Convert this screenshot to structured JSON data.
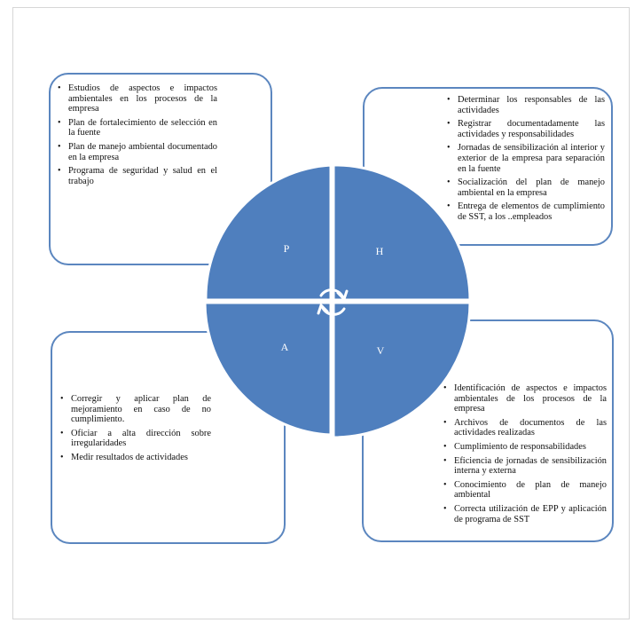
{
  "quadrants": {
    "p": {
      "letter": "P",
      "items": [
        "Estudios de aspectos e impactos ambientales en los procesos de la empresa",
        "Plan de fortalecimiento de selección en la fuente",
        "Plan de manejo ambiental documentado en la empresa",
        "Programa de seguridad y salud en el trabajo"
      ]
    },
    "h": {
      "letter": "H",
      "items": [
        "Determinar los responsables de las actividades",
        "Registrar documentadamente las actividades y responsabilidades",
        "Jornadas de sensibilización al interior y exterior de la empresa para separación en la fuente",
        "Socialización del plan de manejo ambiental en la empresa",
        "Entrega de elementos de cumplimiento de SST, a los ..empleados"
      ]
    },
    "a": {
      "letter": "A",
      "items": [
        "Corregir y aplicar plan de mejoramiento en caso de no cumplimiento.",
        "Oficiar a alta dirección sobre irregularidades",
        "Medir resultados de actividades"
      ]
    },
    "v": {
      "letter": "V",
      "items": [
        "Identificación de aspectos e impactos ambientales de los procesos de la empresa",
        "Archivos de documentos de las actividades realizadas",
        "Cumplimiento de responsabilidades",
        "Eficiencia de jornadas de sensibilización interna y externa",
        "Conocimiento de plan de manejo ambiental",
        "Correcta utilización de EPP y aplicación de programa de SST"
      ]
    }
  },
  "colors": {
    "circle_fill": "#4f7fbe",
    "box_border": "#5b86bf",
    "cycle_arrow": "#ffffff"
  },
  "icons": {
    "center": "cycle-arrows-icon"
  }
}
